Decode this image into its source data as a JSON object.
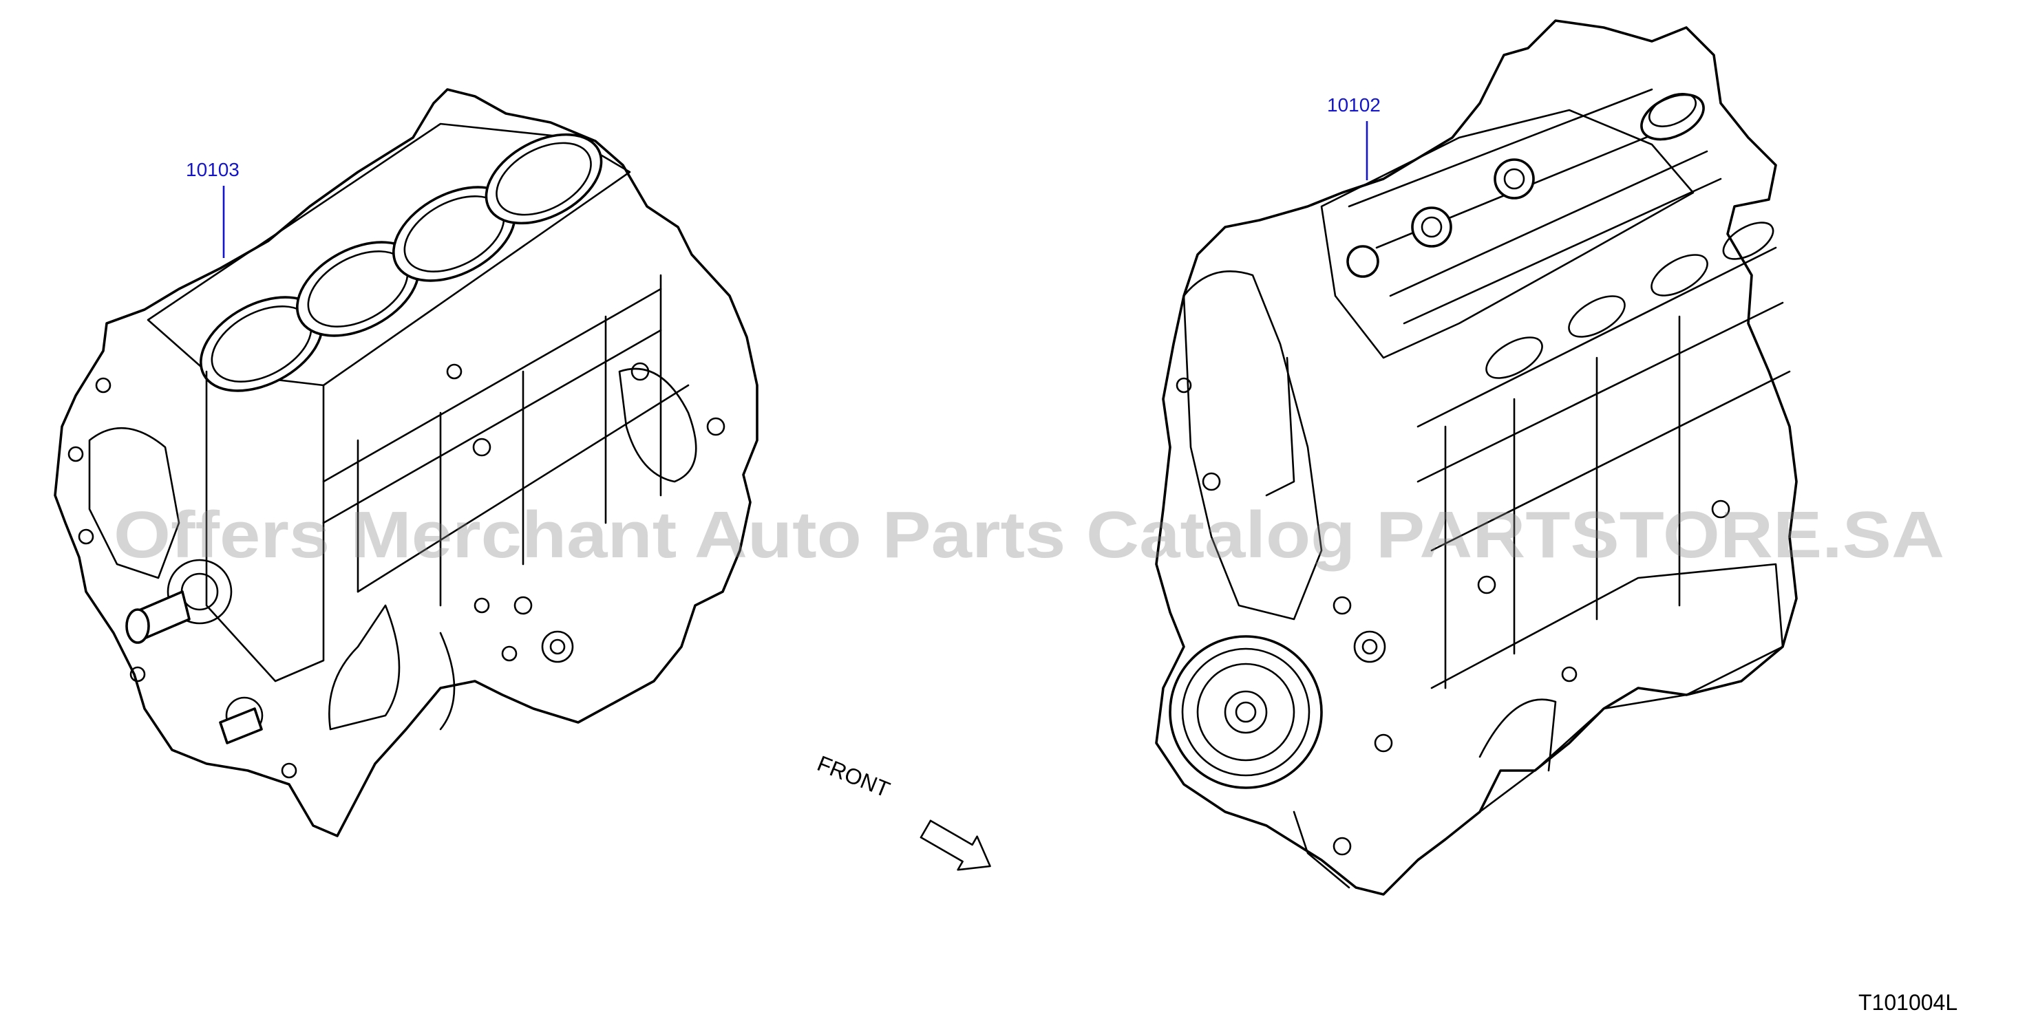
{
  "callouts": {
    "short_block": "10103",
    "long_block": "10102"
  },
  "front_label": "FRONT",
  "watermark": "Offers Merchant Auto Parts Catalog PARTSTORE.SA",
  "figure_code": "T101004L",
  "colors": {
    "callout": "#1414c8",
    "line": "#000000",
    "background": "#ffffff"
  }
}
